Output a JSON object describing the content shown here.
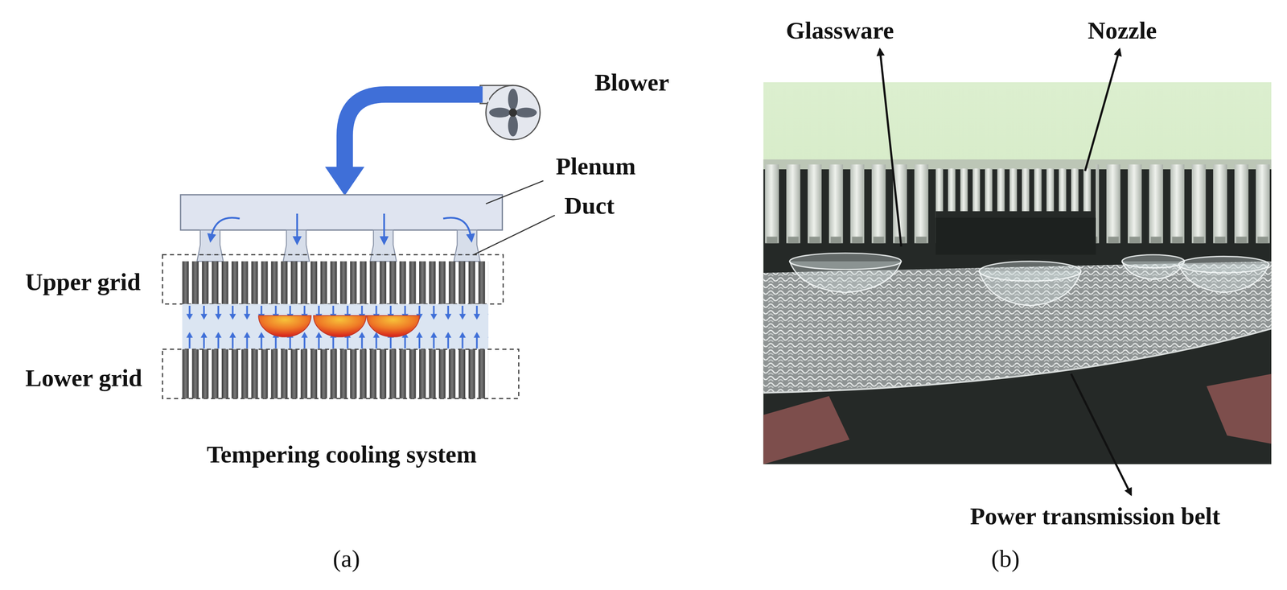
{
  "diagram": {
    "labels": [
      "Glassware",
      "Nozzle",
      "Blower",
      "Plenum",
      "Duct",
      "Upper grid",
      "Lower grid",
      "Tempering cooling system",
      "Power transmission belt",
      "(a)",
      "(b)"
    ]
  }
}
